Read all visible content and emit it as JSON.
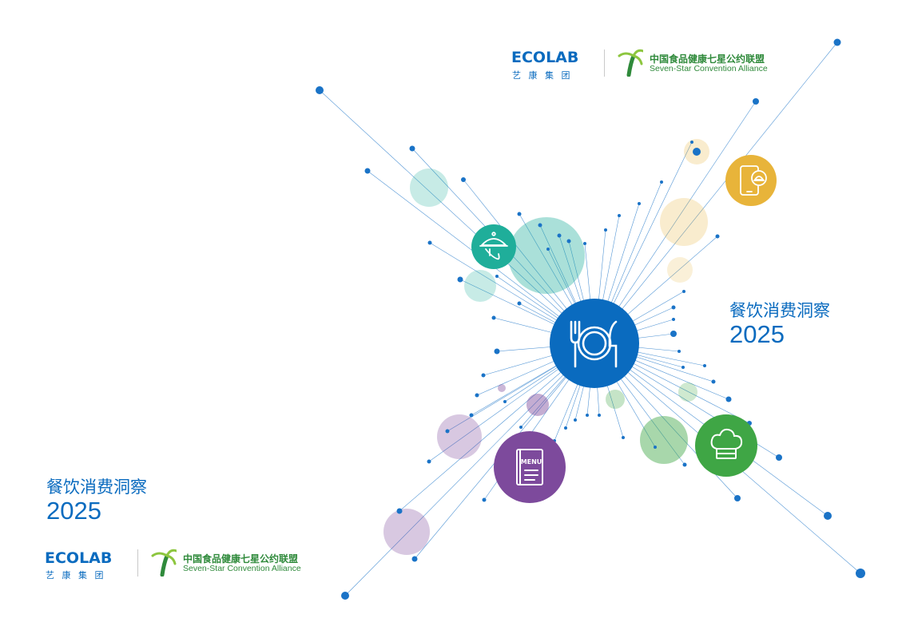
{
  "top_logo": {
    "brand": "ECOLAB",
    "brand_cn": "艺 康 集 团",
    "alliance_cn": "中国食品健康七星公约联盟",
    "alliance_en": "Seven-Star Convention Alliance"
  },
  "right_title": {
    "line1": "餐饮消费洞察",
    "line2": "2025"
  },
  "left_title": {
    "line1": "餐饮消费洞察",
    "line2": "2025"
  },
  "bottom_logo": {
    "brand": "ECOLAB",
    "brand_cn": "艺 康 集 团",
    "alliance_cn": "中国食品健康七星公约联盟",
    "alliance_en": "Seven-Star Convention Alliance"
  },
  "menu_badge_text": "MENU",
  "icons": [
    "plate-cutlery-icon",
    "cloche-icon",
    "mobile-order-icon",
    "menu-book-icon",
    "chef-hat-icon"
  ],
  "colors": {
    "brand_blue": "#0a6bbf",
    "dot_blue": "#1a73c7",
    "teal": "#1fae9a",
    "amber": "#e8b43a",
    "purple": "#7d4a9c",
    "green": "#3fa645",
    "alliance_green": "#2f8a3b"
  }
}
